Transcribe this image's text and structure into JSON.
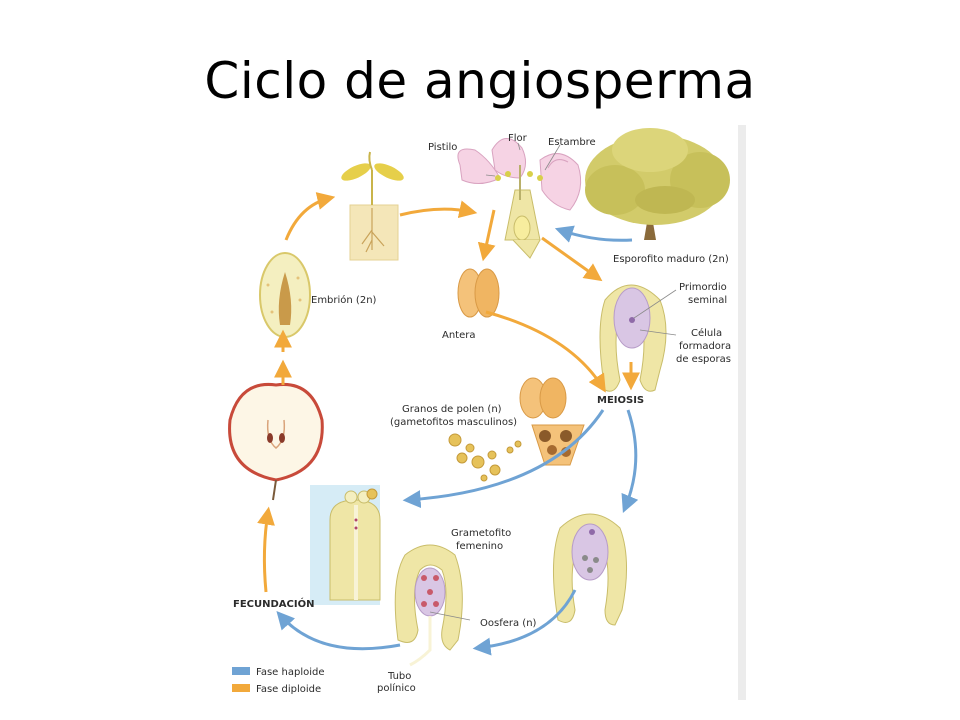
{
  "title": "Ciclo de angiosperma",
  "colors": {
    "haploid": "#6fa3d4",
    "diploid": "#f2a93b",
    "tissue": "#efe6a6",
    "tissue_edge": "#c9bd6a",
    "ovule": "#d9c6e4",
    "petal": "#f6d3e4",
    "tree": "#c9c45a"
  },
  "labels": {
    "flor": "Flor",
    "pistilo": "Pistilo",
    "estambre": "Estambre",
    "esporofito": "Esporofito maduro (2n)",
    "primordio_1": "Primordio",
    "primordio_2": "seminal",
    "celula_1": "Célula",
    "celula_2": "formadora",
    "celula_3": "de esporas",
    "antera": "Antera",
    "meiosis": "MEIOSIS",
    "granos_1": "Granos de polen (n)",
    "granos_2": "(gametofitos masculinos)",
    "embrion": "Embrión (2n)",
    "gametofito_1": "Grametofito",
    "gametofito_2": "femenino",
    "oosfera": "Oosfera (n)",
    "fecundacion": "FECUNDACIÓN",
    "tubo_1": "Tubo",
    "tubo_2": "polínico"
  },
  "legend": [
    {
      "label": "Fase haploide",
      "color": "#6fa3d4"
    },
    {
      "label": "Fase diploide",
      "color": "#f2a93b"
    }
  ]
}
